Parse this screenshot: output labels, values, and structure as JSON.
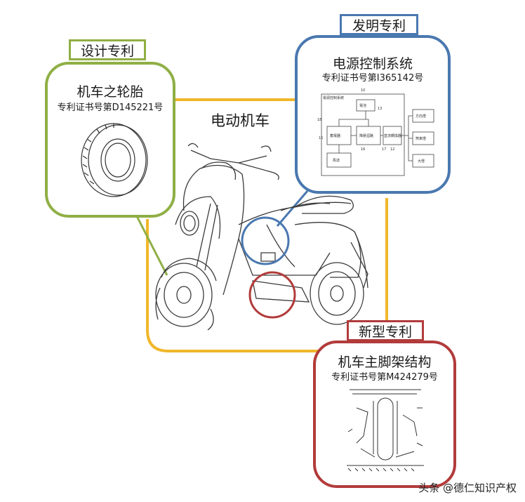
{
  "center": {
    "title": "电动机车"
  },
  "design_patent": {
    "category": "设计专利",
    "title": "机车之轮胎",
    "number": "专利证书号第D145221号",
    "color": "#8faf45"
  },
  "invention_patent": {
    "category": "发明专利",
    "title": "电源控制系统",
    "number": "专利证书号第I365142号",
    "color": "#4a78b0",
    "schematic": {
      "header": "電源控制系統",
      "blocks": [
        "電池",
        "蓄電器",
        "降壓迴路",
        "直流轉換器",
        "馬達",
        "方向燈",
        "煞車燈",
        "大燈"
      ],
      "refs": [
        "10",
        "13",
        "18",
        "15",
        "16",
        "17",
        "12"
      ]
    }
  },
  "utility_patent": {
    "category": "新型专利",
    "title": "机车主脚架结构",
    "number": "专利证书号第M424279号",
    "color": "#b23b3b"
  },
  "frame_color": "#f0b72a",
  "watermark": "头条 @德仁知识产权"
}
